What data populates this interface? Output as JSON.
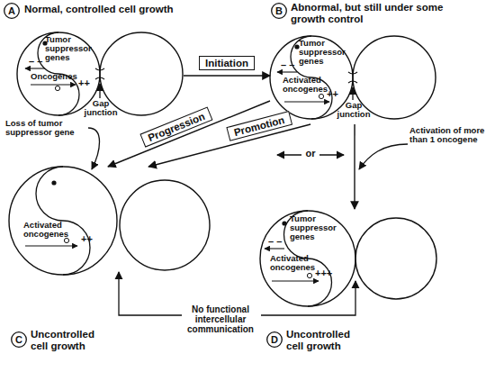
{
  "diagram": {
    "nodes": [
      {
        "text": [
          "A",
          "Normal, controlled cell growth"
        ]
      },
      {
        "text": [
          "Tumor suppressor genes",
          "– –",
          "Oncogenes",
          "++"
        ]
      },
      {
        "text": [
          "B",
          "Abnormal, but still under some growth control"
        ]
      },
      {
        "text": [
          "Tumor suppressor genes",
          "– –",
          "Activated oncogenes",
          "++"
        ]
      },
      {
        "text": [
          "Activated oncogenes",
          "++"
        ]
      },
      {
        "text": [
          "C",
          "Uncontrolled cell growth"
        ]
      },
      {
        "text": [
          "Tumor suppressor genes",
          "– –",
          "Activated oncogenes",
          "+++"
        ]
      },
      {
        "text": [
          "D",
          "Uncontrolled cell growth"
        ]
      }
    ],
    "edges": [
      {
        "from": 1,
        "to": 3,
        "arrow": "to",
        "label": "Initiation"
      },
      {
        "from": 3,
        "to": 4,
        "arrow": "to",
        "label": "Promotion"
      },
      {
        "from": 3,
        "to": 4,
        "arrow": "to",
        "label": "Progression"
      },
      {
        "from": 3,
        "to": 6,
        "arrow": "to"
      }
    ],
    "labels": [
      "Gap junction",
      "Gap junction",
      "or",
      "Activation of more than 1 oncogene",
      "Loss of tumor suppressor gene",
      "No functional intercellular communication"
    ]
  }
}
